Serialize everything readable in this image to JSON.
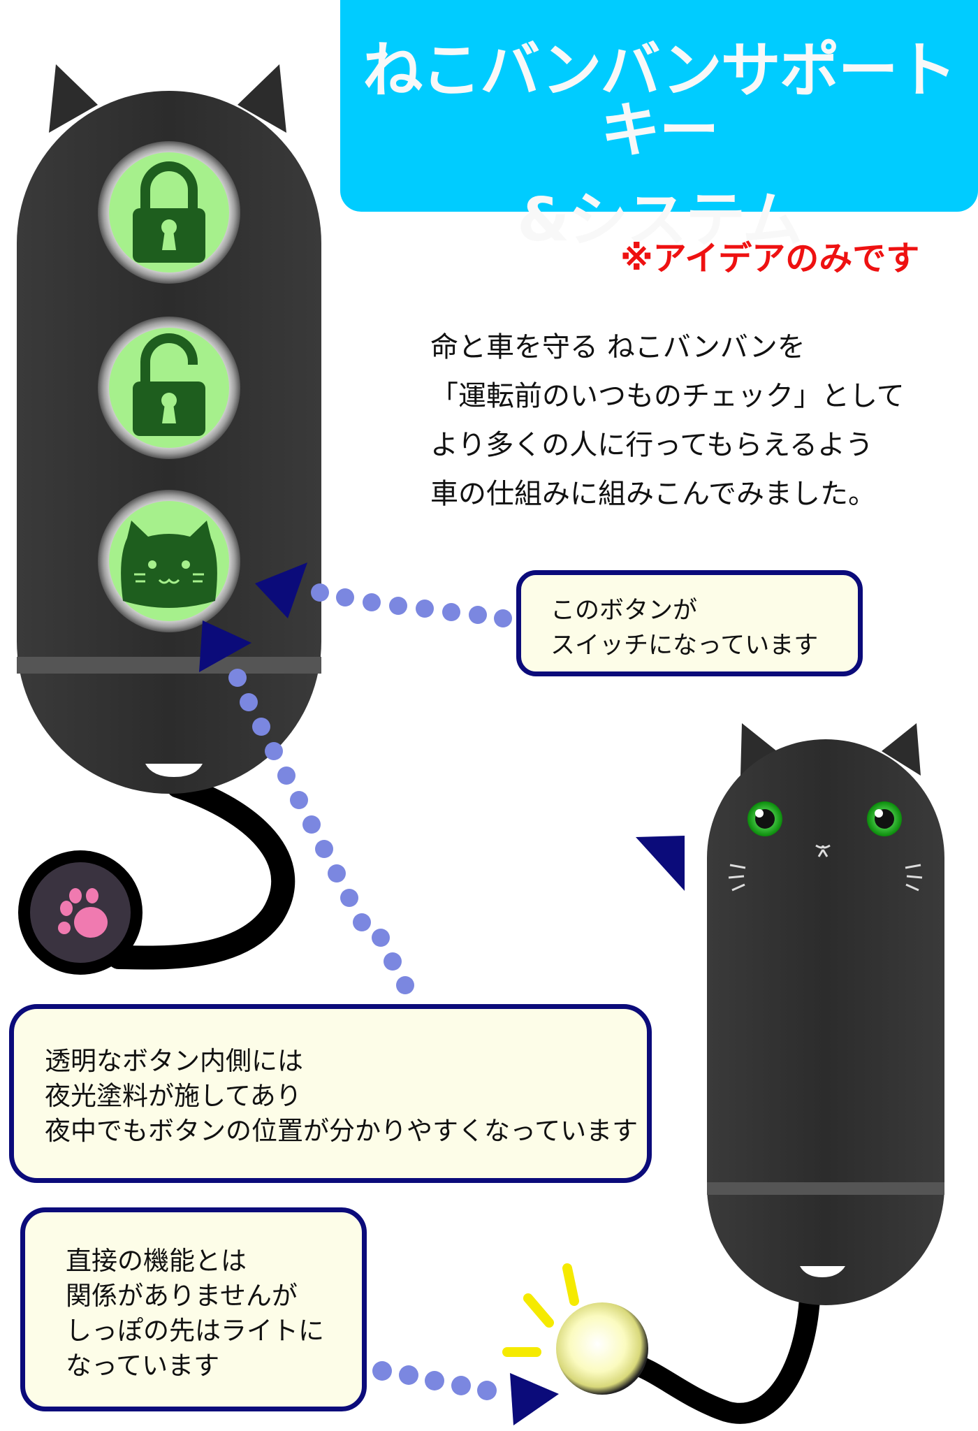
{
  "title": {
    "line1": "ねこバンバンサポートキー",
    "line2": "&システム"
  },
  "note": "※アイデアのみです",
  "description": [
    "命と車を守る ねこバンバンを",
    "「運転前のいつものチェック」として",
    "より多くの人に行ってもらえるよう",
    "車の仕組みに組みこんでみました。"
  ],
  "callouts": {
    "switch_button": [
      "このボタンが",
      "スイッチになっています"
    ],
    "glow_paint": [
      "透明なボタン内側には",
      "夜光塗料が施してあり",
      "夜中でもボタンの位置が分かりやすくなっています"
    ],
    "tail_light": [
      "直接の機能とは",
      "関係がありませんが",
      "しっぽの先はライトに",
      "なっています"
    ]
  },
  "key_buttons": [
    "lock-icon",
    "unlock-icon",
    "cat-face-icon"
  ],
  "colors": {
    "title_bg": "#00ccff",
    "note": "#ee1111",
    "callout_border": "#0b0b7a",
    "callout_bg": "#fdfde8",
    "button_green": "#a6f08c",
    "icon_green": "#1e5e1e",
    "dots": "#7b87e0",
    "body": "#2e2e2e"
  }
}
